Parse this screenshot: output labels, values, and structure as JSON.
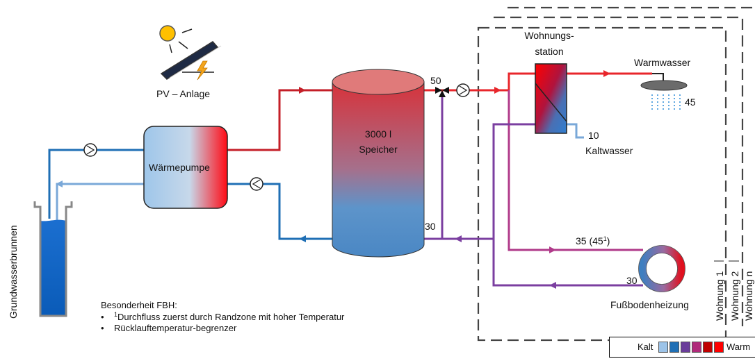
{
  "labels": {
    "pv": "PV – Anlage",
    "heatpump": "Wärmepumpe",
    "tank_volume": "3000 l",
    "tank_name": "Speicher",
    "station_l1": "Wohnungs-",
    "station_l2": "station",
    "hot_water": "Warmwasser",
    "cold_water": "Kaltwasser",
    "floor_heating": "Fußbodenheizung",
    "well": "Grundwasserbrunnen",
    "apt1": "Wohnung 1",
    "apt2": "Wohnung 2",
    "aptn": "Wohnung n"
  },
  "temperatures": {
    "supply": "50",
    "tank_return": "30",
    "hot_water": "45",
    "cold_water": "10",
    "floor_supply": "35 (45",
    "floor_supply_sup": "1",
    "floor_supply_close": ")",
    "floor_return": "30"
  },
  "notes": {
    "title": "Besonderheit FBH:",
    "items": [
      {
        "sup": "1",
        "text": "Durchfluss zuerst durch Randzone mit hoher Temperatur"
      },
      {
        "sup": "",
        "text": "Rücklauftemperatur-begrenzer"
      }
    ]
  },
  "legend": {
    "cold": "Kalt",
    "warm": "Warm",
    "colors": [
      "#9cc3e8",
      "#1f6fb5",
      "#6a3d9a",
      "#b02a7a",
      "#c00000",
      "#ff0000"
    ]
  },
  "pipe_colors": {
    "hot": "#e8262b",
    "warm": "#c41f28",
    "cold": "#1f6fb5",
    "light_cold": "#7aa8d8",
    "purple": "#7b3fa0",
    "magenta": "#b03a8a"
  }
}
